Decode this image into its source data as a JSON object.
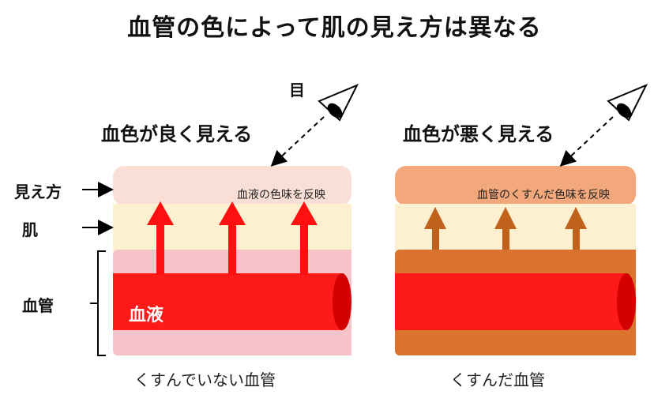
{
  "title": "血管の色によって肌の見え方は異なる",
  "eye_label": "目",
  "left_panel": {
    "heading": "血色が良く見える",
    "note": "血液の色味を反映",
    "caption": "くすんでいない血管",
    "blood_label": "血液"
  },
  "right_panel": {
    "heading": "血色が悪く見える",
    "note": "血管のくすんだ色味を反映",
    "caption": "くすんだ血管"
  },
  "side_labels": {
    "appearance": "見え方",
    "skin": "肌",
    "vessel": "血管"
  },
  "colors": {
    "appearance_left": "#f9dfd6",
    "appearance_right": "#f2a87b",
    "skin": "#fdf0d0",
    "vessel_pale": "#f6c4c8",
    "vessel_dull": "#d9732e",
    "blood": "#ff1a1a",
    "arrow_red": "#ff1010",
    "arrow_brown": "#c0621c"
  }
}
